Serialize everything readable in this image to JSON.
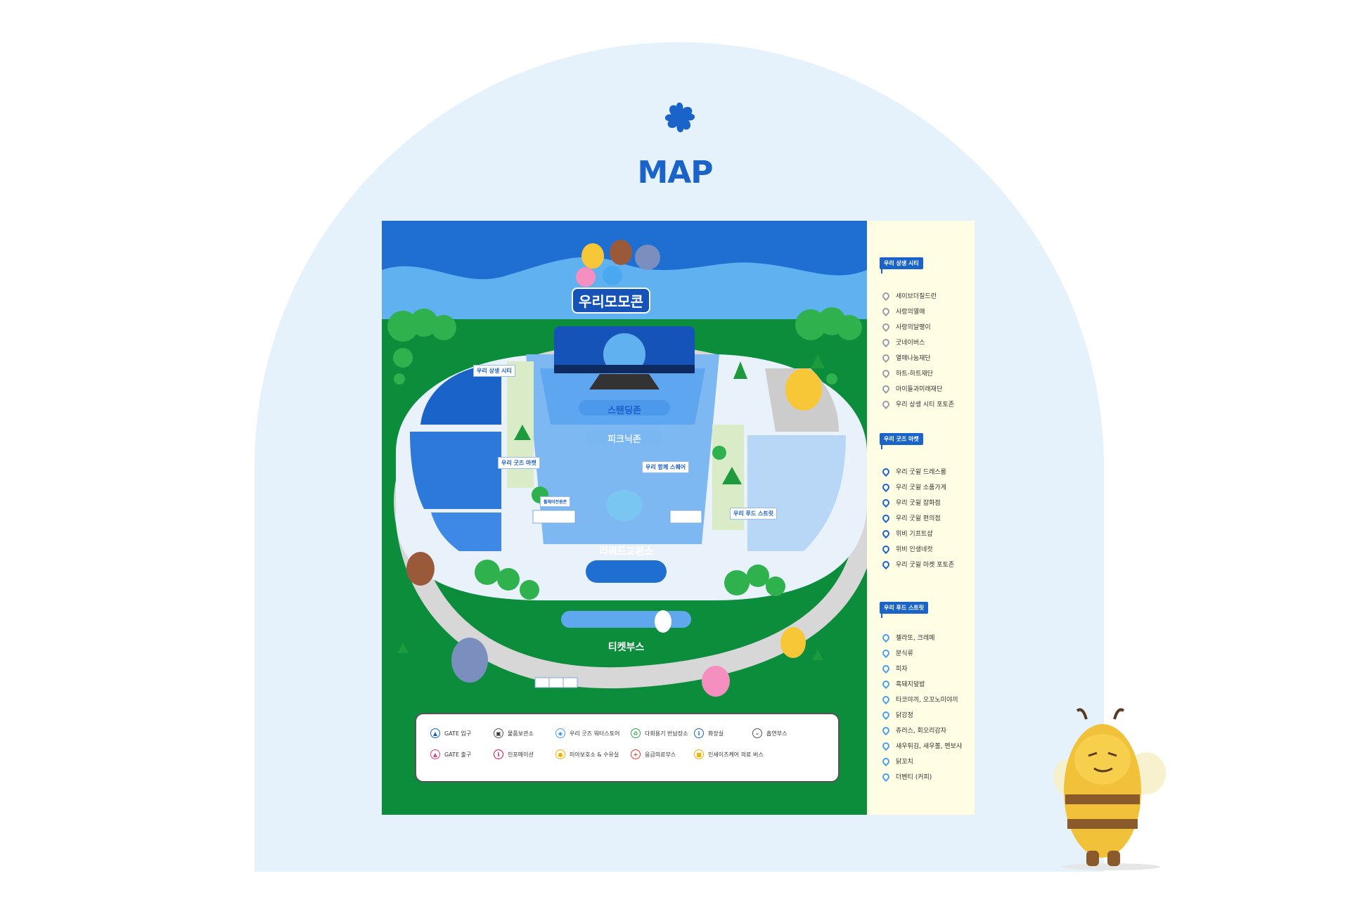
{
  "page": {
    "title": "MAP"
  },
  "map": {
    "logo_text": "우리모모콘",
    "zones": {
      "standing": "스탠딩존",
      "picnic": "피크닉존",
      "reward": "리워드교환소",
      "ticket": "티켓부스"
    },
    "signs": {
      "city": "우리 상생 시티",
      "market": "우리 굿즈 마켓",
      "square": "우리 함께 스퀘어",
      "food": "우리 푸드 스트릿",
      "wheelchair": "휠체어전용존"
    },
    "legend": [
      {
        "icon": "gate-entry-icon",
        "label": "GATE 입구"
      },
      {
        "icon": "locker-icon",
        "label": "물품보관소"
      },
      {
        "icon": "water-station-icon",
        "label": "우리 굿즈 워터스토어"
      },
      {
        "icon": "recycle-icon",
        "label": "다회용기 반납장소"
      },
      {
        "icon": "restroom-icon",
        "label": "화장실"
      },
      {
        "icon": "smoking-icon",
        "label": "흡연부스"
      },
      {
        "icon": "gate-exit-icon",
        "label": "GATE 출구"
      },
      {
        "icon": "info-icon",
        "label": "인포메이션"
      },
      {
        "icon": "nursing-icon",
        "label": "미아보호소 & 수유실"
      },
      {
        "icon": "first-aid-icon",
        "label": "응급의료부스"
      },
      {
        "icon": "ambulance-icon",
        "label": "인세이츠케어 의료 버스"
      }
    ]
  },
  "sidebar": {
    "sections": [
      {
        "header": "우리 상생 시티",
        "color": "#9c9c9c",
        "items": [
          "세이브더칠드런",
          "사랑의열매",
          "사랑의달팽이",
          "굿네이버스",
          "열매나눔재단",
          "하트-하트재단",
          "아이들과미래재단",
          "우리 상생 시티 포토존"
        ]
      },
      {
        "header": "우리 굿즈 마켓",
        "color": "#1a63c9",
        "items": [
          "우리 굿윌 드레스룸",
          "우리 굿윌 소품가게",
          "우리 굿윌 잡화점",
          "우리 굿윌 편의점",
          "위비 기프트샵",
          "위비 인생네컷",
          "우리 굿윌 마켓 포토존"
        ]
      },
      {
        "header": "우리 푸드 스트릿",
        "color": "#4aa0e8",
        "items": [
          "젤라또, 크레페",
          "분식류",
          "피자",
          "흑돼지덮밥",
          "타코야끼, 오꼬노미야끼",
          "닭강정",
          "츄러스, 회오리감자",
          "새우튀김, 새우볼, 멘보샤",
          "닭꼬치",
          "더벤티 (커피)"
        ]
      }
    ]
  },
  "colors": {
    "accent": "#1a63c9",
    "arch": "#e5f1fb",
    "grass": "#0c8d3c",
    "sidebar": "#fffde4"
  }
}
